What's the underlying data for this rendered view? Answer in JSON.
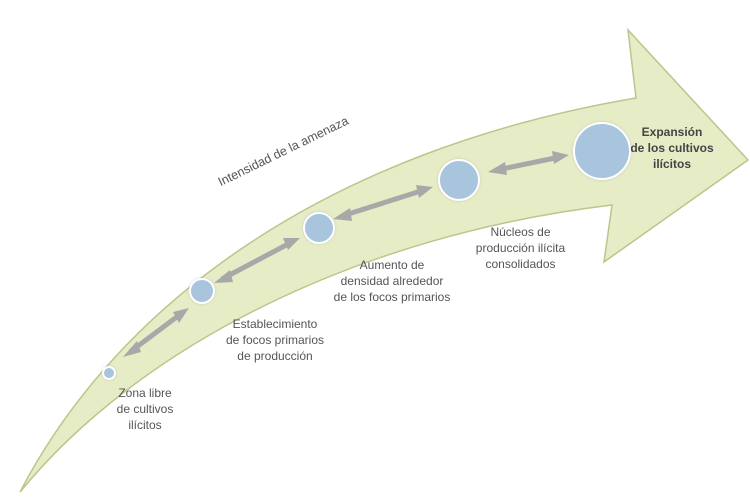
{
  "diagram": {
    "axis_label": "Intensidad de la amenaza",
    "stages": [
      {
        "id": "stage-1",
        "label": "Zona libre\nde cultivos\nilícitos"
      },
      {
        "id": "stage-2",
        "label": "Establecimiento\nde focos primarios\nde producción"
      },
      {
        "id": "stage-3",
        "label": "Aumento de\ndensidad alrededor\nde los focos primarios"
      },
      {
        "id": "stage-4",
        "label": "Núcleos de\nproducción ilícita\nconsolidados"
      },
      {
        "id": "stage-5",
        "label": "Expansión\nde los cultivos\nilícitos"
      }
    ],
    "colors": {
      "arrow_fill": "#e6ecc6",
      "arrow_stroke": "#b8c78a",
      "circle_fill": "#a9c4dd",
      "circle_stroke": "#ffffff",
      "connector": "#a8a8a8"
    }
  }
}
